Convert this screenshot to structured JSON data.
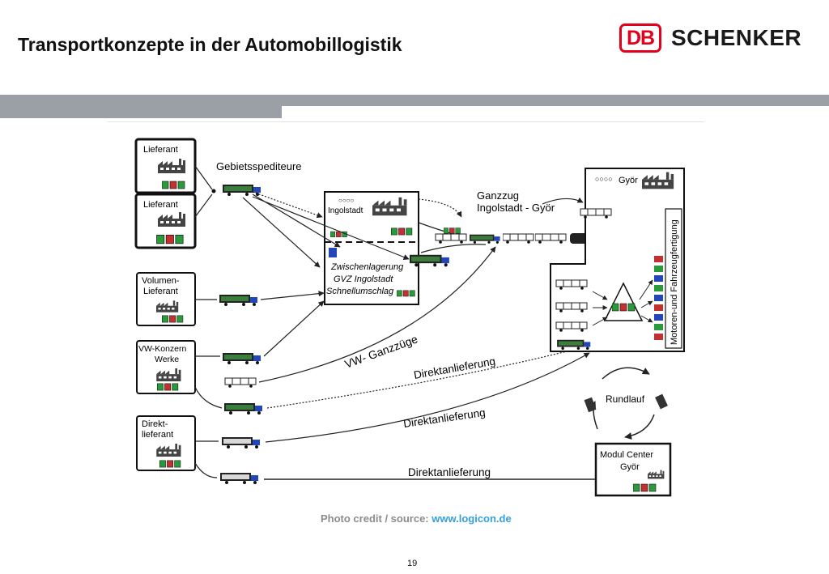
{
  "header": {
    "title": "Transportkonzepte in der Automobillogistik"
  },
  "brand": {
    "mark": "DB",
    "name": "SCHENKER"
  },
  "diagram": {
    "sources": {
      "lieferant_1": "Lieferant",
      "lieferant_2": "Lieferant",
      "volumen_line1": "Volumen-",
      "volumen_line2": "Lieferant",
      "vw_line1": "VW-Konzern",
      "vw_line2": "Werke",
      "direkt_line1": "Direkt-",
      "direkt_line2": "lieferant"
    },
    "gebietsspediteure": "Gebietsspediteure",
    "ingolstadt": "Ingolstadt",
    "zwischenlagerung": "Zwischenlagerung",
    "gvz": "GVZ Ingolstadt",
    "schnellumschlag": "Schnellumschlag",
    "ganzzug_line1": "Ganzzug",
    "ganzzug_line2": "Ingolstadt - Györ",
    "gyor": "Györ",
    "motoren": "Motoren-und Fahrzeugfertigung",
    "vw_ganzzuege": "VW- Ganzzüge",
    "direktanlieferung_1": "Direktanlieferung",
    "direktanlieferung_2": "Direktanlieferung",
    "direktanlieferung_3": "Direktanlieferung",
    "rundlauf": "Rundlauf",
    "modul_line1": "Modul Center",
    "modul_line2": "Györ"
  },
  "footer": {
    "credit_label": "Photo credit / source: ",
    "credit_source": "www.logicon.de",
    "page": "19"
  },
  "colors": {
    "brand_red": "#e2001a",
    "band_gray": "#9aa0a6",
    "credit_blue": "#35a0da"
  }
}
